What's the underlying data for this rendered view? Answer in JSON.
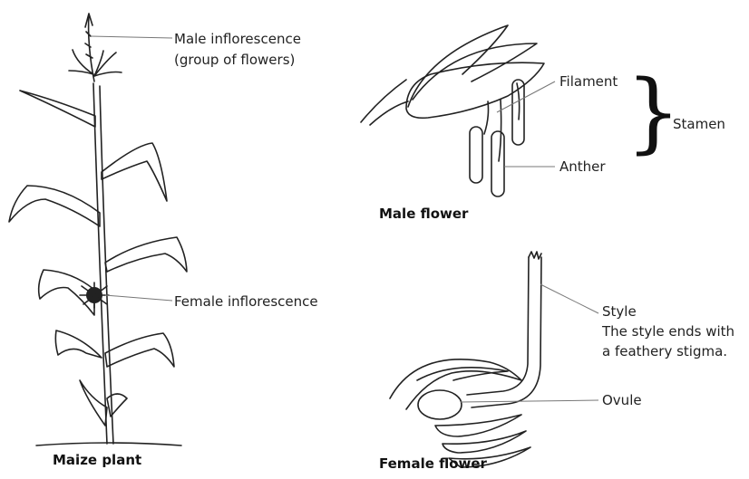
{
  "labels": {
    "male_inflorescence_1": "Male inflorescence",
    "male_inflorescence_2": "(group of flowers)",
    "female_inflorescence": "Female inflorescence",
    "filament": "Filament",
    "anther": "Anther",
    "stamen": "Stamen",
    "style": "Style",
    "style_note_1": "The style ends with",
    "style_note_2": "a feathery stigma.",
    "ovule": "Ovule"
  },
  "captions": {
    "maize_plant": "Maize plant",
    "male_flower": "Male flower",
    "female_flower": "Female flower"
  }
}
